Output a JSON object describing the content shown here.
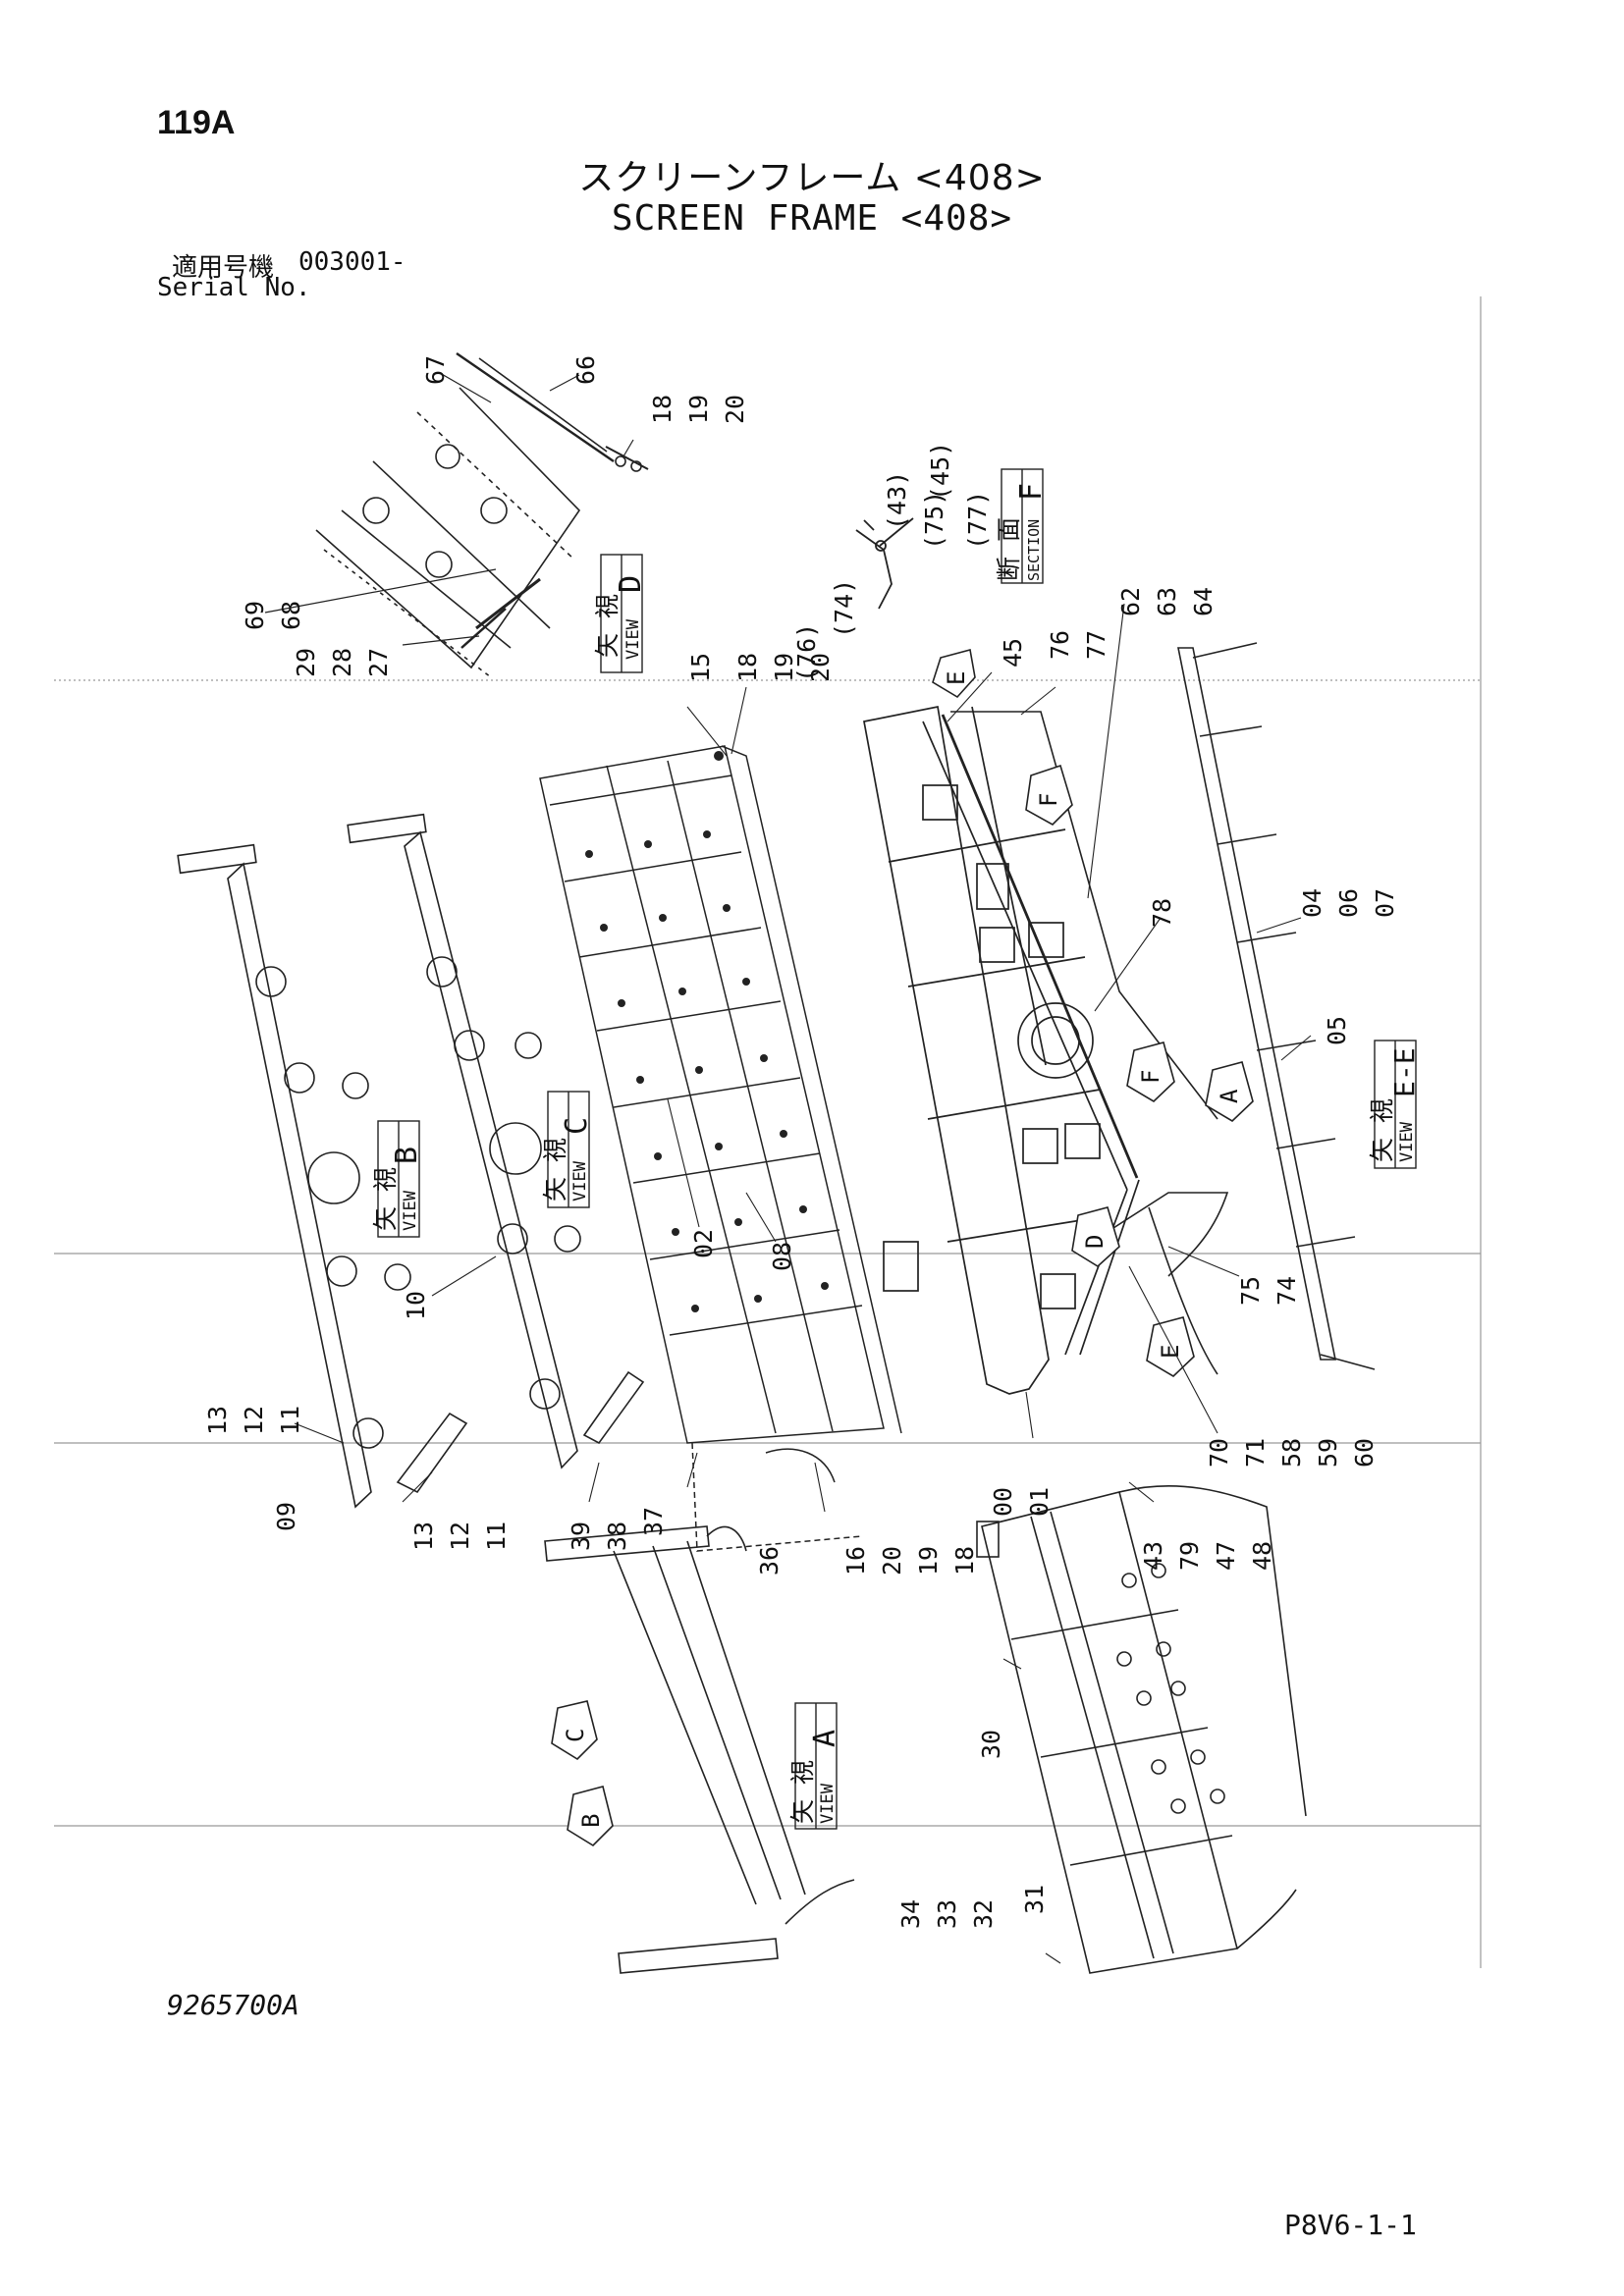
{
  "header": {
    "page_number": "119A",
    "title_jp": "スクリーンフレーム <408>",
    "title_en": "SCREEN FRAME <408>",
    "serial_label_jp": "適用号機",
    "serial_number": "003001-",
    "serial_label_en": "Serial No."
  },
  "footer": {
    "drawing_number": "9265700A",
    "page_code": "P8V6-1-1"
  },
  "views": {
    "view_d": {
      "jp": "矢 視",
      "en": "VIEW",
      "letter": "D"
    },
    "section_f": {
      "jp": "断 面",
      "en": "SECTION",
      "letter": "F"
    },
    "view_b": {
      "jp": "矢 視",
      "en": "VIEW",
      "letter": "B"
    },
    "view_c": {
      "jp": "矢 視",
      "en": "VIEW",
      "letter": "C"
    },
    "view_ee": {
      "jp": "矢 視",
      "en": "VIEW",
      "letter": "E-E"
    },
    "view_a": {
      "jp": "矢 視",
      "en": "VIEW",
      "letter": "A"
    }
  },
  "arrows": [
    "E",
    "F",
    "F",
    "A",
    "D",
    "E",
    "C",
    "B"
  ],
  "callouts": {
    "c67": "67",
    "c66": "66",
    "c18a": "18",
    "c19a": "19",
    "c20a": "20",
    "c43": "(43)",
    "c75": "(75)",
    "c45": "(45)",
    "c77": "(77)",
    "c69": "69",
    "c68": "68",
    "c29": "29",
    "c28": "28",
    "c27": "27",
    "c76": "(76)",
    "c74": "(74)",
    "c15": "15",
    "c18b": "18",
    "c19b": "19",
    "c20b": "20",
    "c45b": "45",
    "c76b": "76",
    "c77b": "77",
    "c62": "62",
    "c63": "63",
    "c64": "64",
    "c04": "04",
    "c06": "06",
    "c07": "07",
    "c78": "78",
    "c05": "05",
    "c02": "02",
    "c08": "08",
    "c10": "10",
    "c13a": "13",
    "c12a": "12",
    "c11a": "11",
    "c09": "09",
    "c13b": "13",
    "c12b": "12",
    "c11b": "11",
    "c39": "39",
    "c38": "38",
    "c37": "37",
    "c36": "36",
    "c16": "16",
    "c20c": "20",
    "c19c": "19",
    "c18c": "18",
    "c00": "00",
    "c01": "01",
    "c75b": "75",
    "c74b": "74",
    "c70": "70",
    "c71": "71",
    "c58": "58",
    "c59": "59",
    "c60": "60",
    "c43b": "43",
    "c79": "79",
    "c47": "47",
    "c48": "48",
    "c30": "30",
    "c34": "34",
    "c33": "33",
    "c32": "32",
    "c31": "31"
  }
}
